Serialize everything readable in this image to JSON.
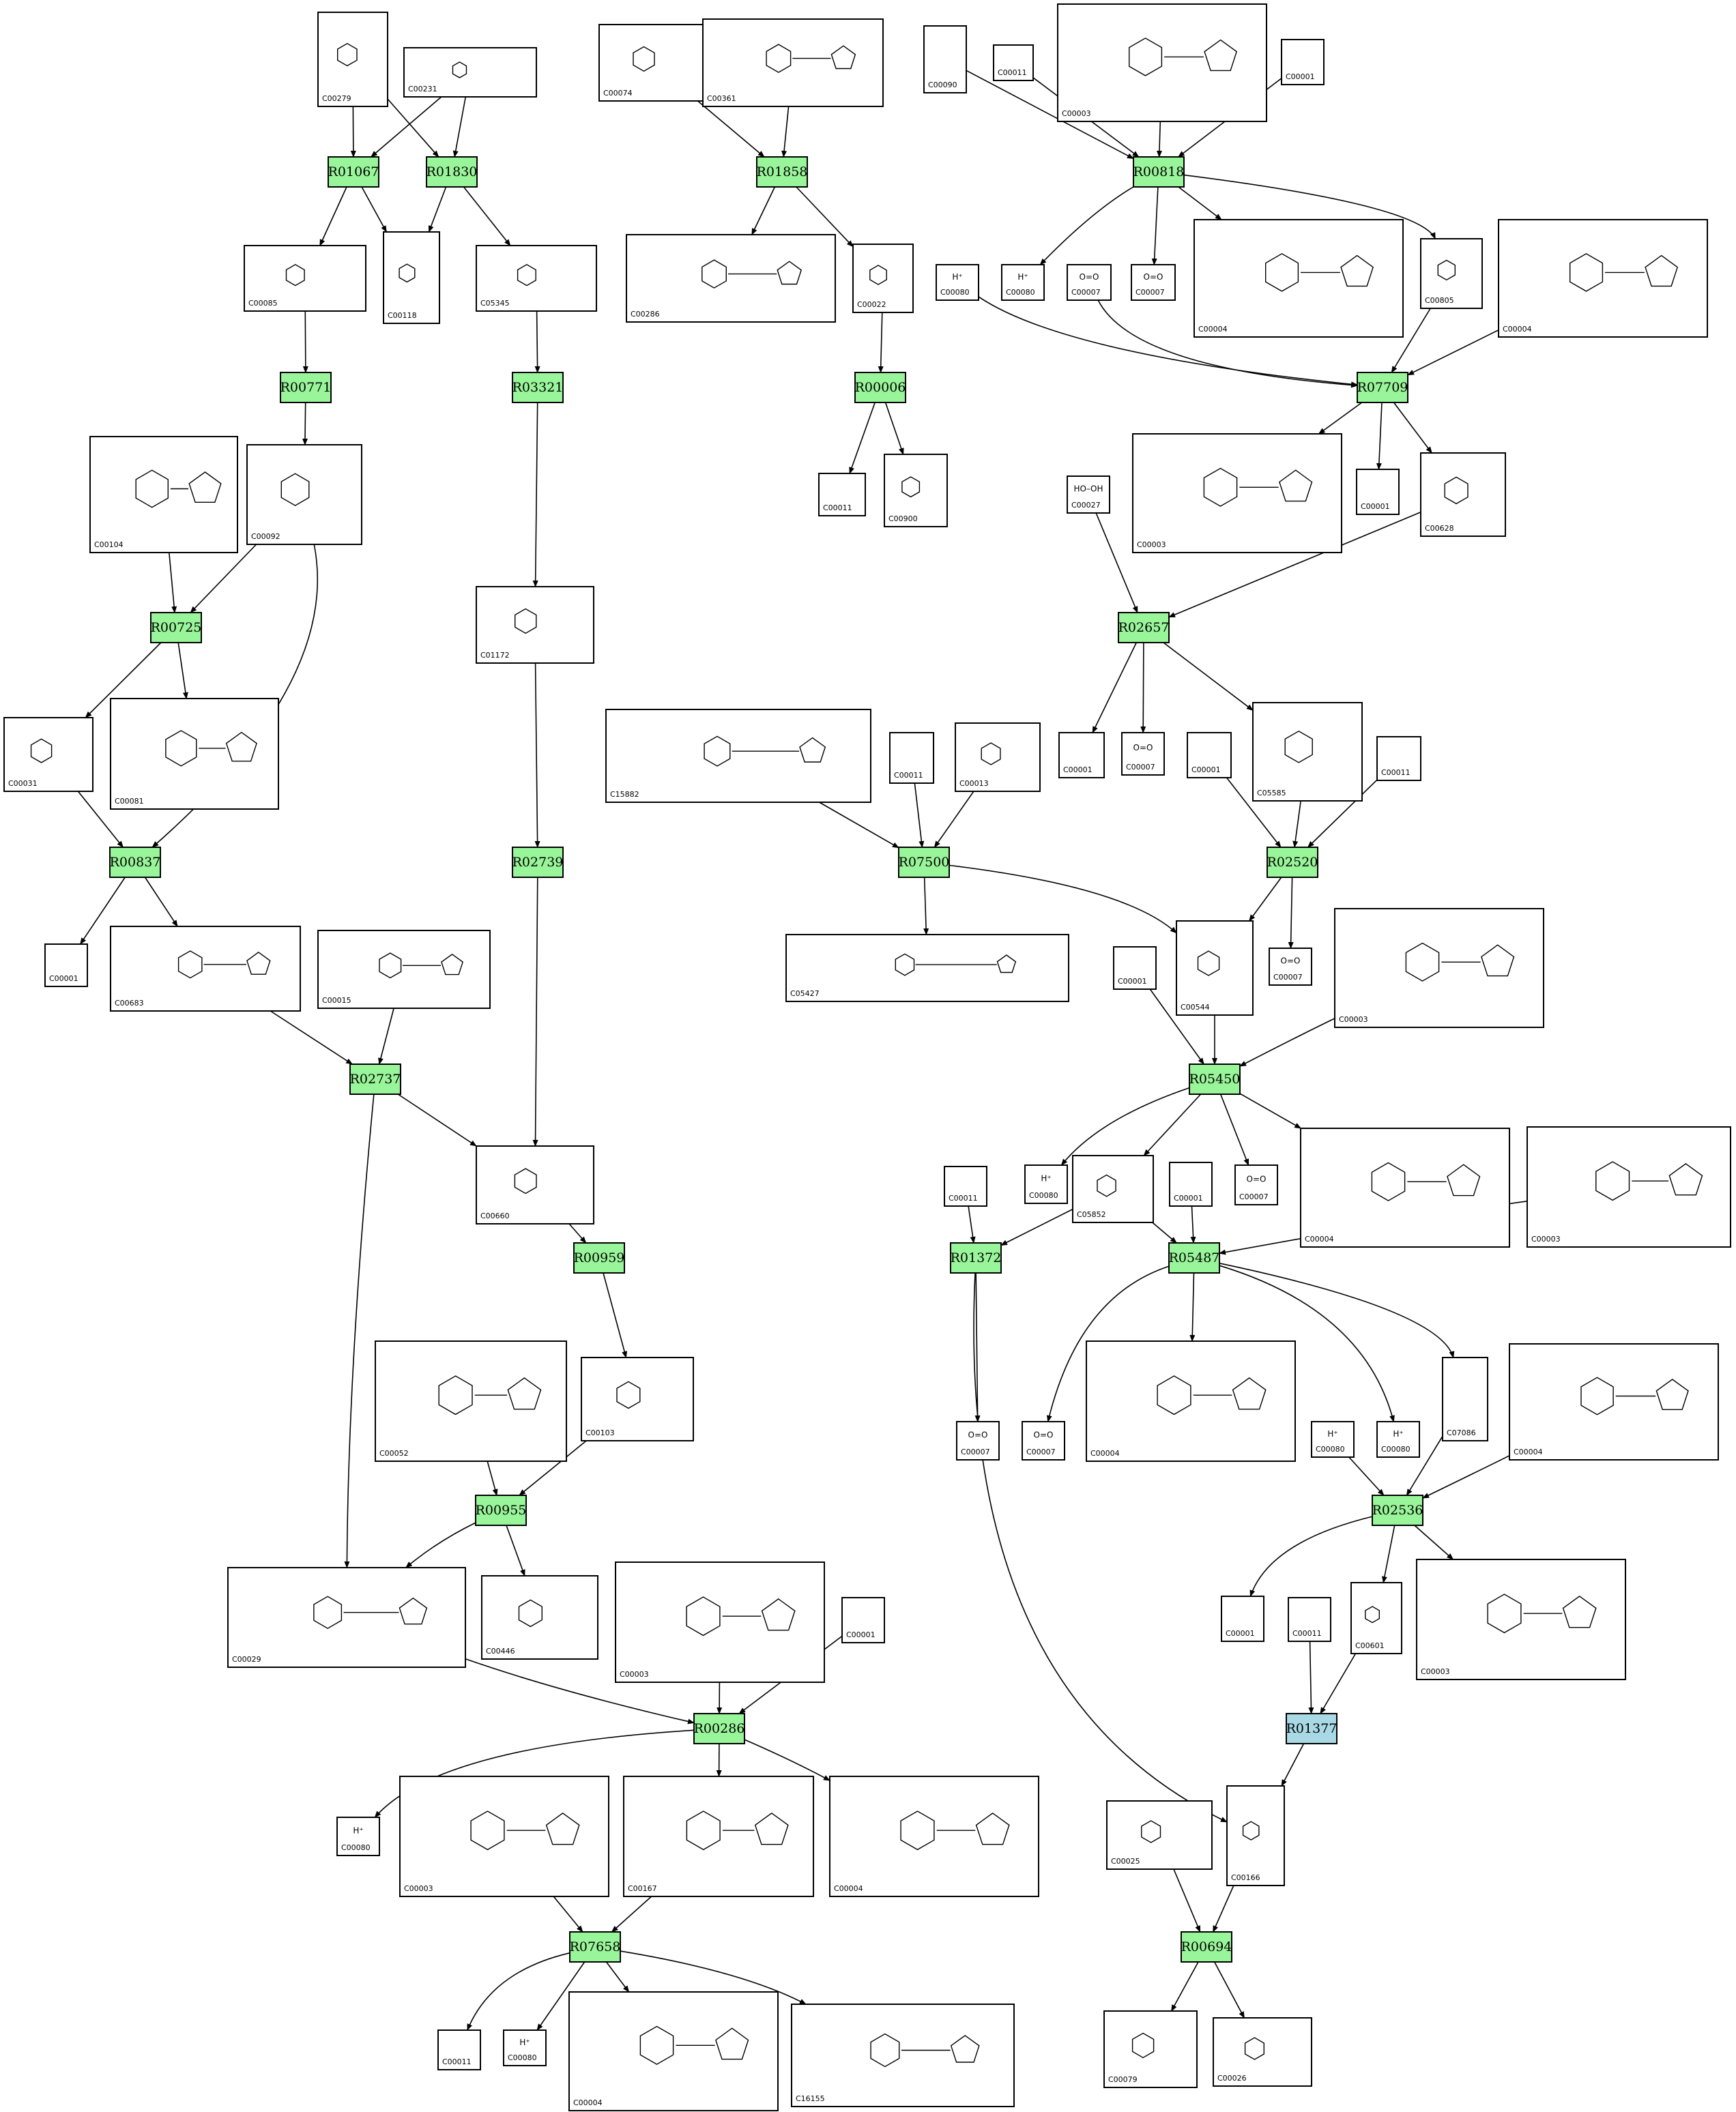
{
  "colors": {
    "reaction": "#99f599",
    "reaction_alt": "#aad9e6"
  },
  "reactions": [
    {
      "id": "R01067",
      "label": "R01067",
      "color": "reaction"
    },
    {
      "id": "R01830",
      "label": "R01830",
      "color": "reaction"
    },
    {
      "id": "R01858",
      "label": "R01858",
      "color": "reaction"
    },
    {
      "id": "R00818",
      "label": "R00818",
      "color": "reaction"
    },
    {
      "id": "R00771",
      "label": "R00771",
      "color": "reaction"
    },
    {
      "id": "R03321",
      "label": "R03321",
      "color": "reaction"
    },
    {
      "id": "R00006",
      "label": "R00006",
      "color": "reaction"
    },
    {
      "id": "R07709",
      "label": "R07709",
      "color": "reaction"
    },
    {
      "id": "R00725",
      "label": "R00725",
      "color": "reaction"
    },
    {
      "id": "R02657",
      "label": "R02657",
      "color": "reaction"
    },
    {
      "id": "R00837",
      "label": "R00837",
      "color": "reaction"
    },
    {
      "id": "R02739",
      "label": "R02739",
      "color": "reaction"
    },
    {
      "id": "R07500",
      "label": "R07500",
      "color": "reaction"
    },
    {
      "id": "R02520",
      "label": "R02520",
      "color": "reaction"
    },
    {
      "id": "R02737",
      "label": "R02737",
      "color": "reaction"
    },
    {
      "id": "R05450",
      "label": "R05450",
      "color": "reaction"
    },
    {
      "id": "R00959",
      "label": "R00959",
      "color": "reaction"
    },
    {
      "id": "R01372",
      "label": "R01372",
      "color": "reaction"
    },
    {
      "id": "R05487",
      "label": "R05487",
      "color": "reaction"
    },
    {
      "id": "R00955",
      "label": "R00955",
      "color": "reaction"
    },
    {
      "id": "R02536",
      "label": "R02536",
      "color": "reaction"
    },
    {
      "id": "R00286",
      "label": "R00286",
      "color": "reaction"
    },
    {
      "id": "R01377",
      "label": "R01377",
      "color": "reaction_alt"
    },
    {
      "id": "R07658",
      "label": "R07658",
      "color": "reaction"
    },
    {
      "id": "R00694",
      "label": "R00694",
      "color": "reaction"
    }
  ],
  "compounds": [
    {
      "key": "a1",
      "id": "C00279",
      "formula": ""
    },
    {
      "key": "a2",
      "id": "C00231",
      "formula": ""
    },
    {
      "key": "a3",
      "id": "C00074",
      "formula": ""
    },
    {
      "key": "a4",
      "id": "C00361",
      "formula": ""
    },
    {
      "key": "a5",
      "id": "C00090",
      "formula": ""
    },
    {
      "key": "a6",
      "id": "C00011",
      "formula": ""
    },
    {
      "key": "a7",
      "id": "C00003",
      "formula": ""
    },
    {
      "key": "a8",
      "id": "C00001",
      "formula": ""
    },
    {
      "key": "b1",
      "id": "C00085",
      "formula": ""
    },
    {
      "key": "b2",
      "id": "C00118",
      "formula": ""
    },
    {
      "key": "b3",
      "id": "C05345",
      "formula": ""
    },
    {
      "key": "b4",
      "id": "C00286",
      "formula": ""
    },
    {
      "key": "b5",
      "id": "C00022",
      "formula": ""
    },
    {
      "key": "b6",
      "id": "C00080",
      "formula": "H⁺"
    },
    {
      "key": "b7",
      "id": "C00080",
      "formula": "H⁺"
    },
    {
      "key": "b8",
      "id": "C00007",
      "formula": "O=O"
    },
    {
      "key": "b9",
      "id": "C00007",
      "formula": "O=O"
    },
    {
      "key": "b10",
      "id": "C00004",
      "formula": ""
    },
    {
      "key": "b11",
      "id": "C00805",
      "formula": ""
    },
    {
      "key": "b12",
      "id": "C00004",
      "formula": ""
    },
    {
      "key": "c1",
      "id": "C00104",
      "formula": ""
    },
    {
      "key": "c2",
      "id": "C00092",
      "formula": ""
    },
    {
      "key": "c3",
      "id": "C00011",
      "formula": ""
    },
    {
      "key": "c4",
      "id": "C00900",
      "formula": ""
    },
    {
      "key": "c5",
      "id": "C00003",
      "formula": ""
    },
    {
      "key": "c6",
      "id": "C00001",
      "formula": ""
    },
    {
      "key": "c7",
      "id": "C00628",
      "formula": ""
    },
    {
      "key": "c8",
      "id": "C00027",
      "formula": "HO–OH"
    },
    {
      "key": "d1",
      "id": "C01172",
      "formula": ""
    },
    {
      "key": "d2",
      "id": "C00031",
      "formula": ""
    },
    {
      "key": "d3",
      "id": "C00081",
      "formula": ""
    },
    {
      "key": "d4",
      "id": "C15882",
      "formula": ""
    },
    {
      "key": "d5",
      "id": "C00011",
      "formula": ""
    },
    {
      "key": "d6",
      "id": "C00013",
      "formula": ""
    },
    {
      "key": "d7",
      "id": "C00001",
      "formula": ""
    },
    {
      "key": "d8",
      "id": "C00007",
      "formula": "O=O"
    },
    {
      "key": "d9",
      "id": "C00001",
      "formula": ""
    },
    {
      "key": "d10",
      "id": "C05585",
      "formula": ""
    },
    {
      "key": "d11",
      "id": "C00011",
      "formula": ""
    },
    {
      "key": "e1",
      "id": "C00001",
      "formula": ""
    },
    {
      "key": "e2",
      "id": "C00683",
      "formula": ""
    },
    {
      "key": "e3",
      "id": "C00015",
      "formula": ""
    },
    {
      "key": "e4",
      "id": "C05427",
      "formula": ""
    },
    {
      "key": "e5",
      "id": "C00544",
      "formula": ""
    },
    {
      "key": "e6",
      "id": "C00007",
      "formula": "O=O"
    },
    {
      "key": "e7",
      "id": "C00001",
      "formula": ""
    },
    {
      "key": "e8",
      "id": "C00003",
      "formula": ""
    },
    {
      "key": "f1",
      "id": "C00660",
      "formula": ""
    },
    {
      "key": "f2",
      "id": "C00011",
      "formula": ""
    },
    {
      "key": "f3",
      "id": "C00080",
      "formula": "H⁺"
    },
    {
      "key": "f4",
      "id": "C05852",
      "formula": ""
    },
    {
      "key": "f5",
      "id": "C00001",
      "formula": ""
    },
    {
      "key": "f6",
      "id": "C00007",
      "formula": "O=O"
    },
    {
      "key": "f7",
      "id": "C00004",
      "formula": ""
    },
    {
      "key": "f8",
      "id": "C00003",
      "formula": ""
    },
    {
      "key": "g1",
      "id": "C00052",
      "formula": ""
    },
    {
      "key": "g2",
      "id": "C00103",
      "formula": ""
    },
    {
      "key": "g3",
      "id": "C00007",
      "formula": "O=O"
    },
    {
      "key": "g4",
      "id": "C00007",
      "formula": "O=O"
    },
    {
      "key": "g5",
      "id": "C00004",
      "formula": ""
    },
    {
      "key": "g6",
      "id": "C00080",
      "formula": "H⁺"
    },
    {
      "key": "g7",
      "id": "C00080",
      "formula": "H⁺"
    },
    {
      "key": "g8",
      "id": "C07086",
      "formula": ""
    },
    {
      "key": "g9",
      "id": "C00004",
      "formula": ""
    },
    {
      "key": "h1",
      "id": "C00029",
      "formula": ""
    },
    {
      "key": "h2",
      "id": "C00446",
      "formula": ""
    },
    {
      "key": "h3",
      "id": "C00003",
      "formula": ""
    },
    {
      "key": "h4",
      "id": "C00001",
      "formula": ""
    },
    {
      "key": "h5",
      "id": "C00001",
      "formula": ""
    },
    {
      "key": "h6",
      "id": "C00011",
      "formula": ""
    },
    {
      "key": "h7",
      "id": "C00601",
      "formula": ""
    },
    {
      "key": "h8",
      "id": "C00003",
      "formula": ""
    },
    {
      "key": "i1",
      "id": "C00080",
      "formula": "H⁺"
    },
    {
      "key": "i2",
      "id": "C00003",
      "formula": ""
    },
    {
      "key": "i3",
      "id": "C00167",
      "formula": ""
    },
    {
      "key": "i4",
      "id": "C00004",
      "formula": ""
    },
    {
      "key": "i5",
      "id": "C00025",
      "formula": ""
    },
    {
      "key": "i6",
      "id": "C00166",
      "formula": ""
    },
    {
      "key": "j1",
      "id": "C00011",
      "formula": ""
    },
    {
      "key": "j2",
      "id": "C00080",
      "formula": "H⁺"
    },
    {
      "key": "j3",
      "id": "C00004",
      "formula": ""
    },
    {
      "key": "j4",
      "id": "C16155",
      "formula": ""
    },
    {
      "key": "j5",
      "id": "C00079",
      "formula": ""
    },
    {
      "key": "j6",
      "id": "C00026",
      "formula": ""
    }
  ],
  "edges": [
    [
      "a1",
      "R01067"
    ],
    [
      "a1",
      "R01830"
    ],
    [
      "a2",
      "R01067"
    ],
    [
      "a2",
      "R01830"
    ],
    [
      "R01067",
      "b1"
    ],
    [
      "R01067",
      "b2"
    ],
    [
      "R01830",
      "b2"
    ],
    [
      "R01830",
      "b3"
    ],
    [
      "a3",
      "R01858"
    ],
    [
      "a4",
      "R01858"
    ],
    [
      "R01858",
      "b4"
    ],
    [
      "R01858",
      "b5"
    ],
    [
      "a5",
      "R00818"
    ],
    [
      "a6",
      "R00818"
    ],
    [
      "a7",
      "R00818"
    ],
    [
      "a8",
      "R00818"
    ],
    [
      "R00818",
      "b7"
    ],
    [
      "R00818",
      "b9"
    ],
    [
      "R00818",
      "b10"
    ],
    [
      "R00818",
      "b11"
    ],
    [
      "b1",
      "R00771"
    ],
    [
      "R00771",
      "c2"
    ],
    [
      "b3",
      "R03321"
    ],
    [
      "R03321",
      "d1"
    ],
    [
      "b5",
      "R00006"
    ],
    [
      "R00006",
      "c3"
    ],
    [
      "R00006",
      "c4"
    ],
    [
      "b6",
      "R07709"
    ],
    [
      "b8",
      "R07709"
    ],
    [
      "b11",
      "R07709"
    ],
    [
      "b12",
      "R07709"
    ],
    [
      "R07709",
      "c5"
    ],
    [
      "R07709",
      "c6"
    ],
    [
      "R07709",
      "c7"
    ],
    [
      "c1",
      "R00725"
    ],
    [
      "c2",
      "R00725"
    ],
    [
      "R00725",
      "d2"
    ],
    [
      "R00725",
      "d3"
    ],
    [
      "c8",
      "R02657"
    ],
    [
      "c7",
      "R02657"
    ],
    [
      "R02657",
      "d7"
    ],
    [
      "R02657",
      "d8"
    ],
    [
      "R02657",
      "d10"
    ],
    [
      "d2",
      "R00837"
    ],
    [
      "c2",
      "R00837"
    ],
    [
      "R00837",
      "e1"
    ],
    [
      "R00837",
      "e2"
    ],
    [
      "d1",
      "R02739"
    ],
    [
      "d4",
      "R07500"
    ],
    [
      "d5",
      "R07500"
    ],
    [
      "d6",
      "R07500"
    ],
    [
      "R07500",
      "e4"
    ],
    [
      "R07500",
      "e5"
    ],
    [
      "d9",
      "R02520"
    ],
    [
      "d10",
      "R02520"
    ],
    [
      "d11",
      "R02520"
    ],
    [
      "R02520",
      "e5"
    ],
    [
      "R02520",
      "e6"
    ],
    [
      "e2",
      "R02737"
    ],
    [
      "e3",
      "R02737"
    ],
    [
      "R02737",
      "f1"
    ],
    [
      "R02737",
      "h1"
    ],
    [
      "e7",
      "R05450"
    ],
    [
      "e5",
      "R05450"
    ],
    [
      "e8",
      "R05450"
    ],
    [
      "R05450",
      "f3"
    ],
    [
      "R05450",
      "f4"
    ],
    [
      "R05450",
      "f6"
    ],
    [
      "R05450",
      "f7"
    ],
    [
      "R02739",
      "f1"
    ],
    [
      "f1",
      "R00959"
    ],
    [
      "R00959",
      "g2"
    ],
    [
      "f2",
      "R01372"
    ],
    [
      "f4",
      "R01372"
    ],
    [
      "R01372",
      "g3"
    ],
    [
      "R01372",
      "i6"
    ],
    [
      "f4",
      "R05487"
    ],
    [
      "f5",
      "R05487"
    ],
    [
      "f8",
      "R05487"
    ],
    [
      "R05487",
      "g4"
    ],
    [
      "R05487",
      "g5"
    ],
    [
      "R05487",
      "g7"
    ],
    [
      "R05487",
      "g8"
    ],
    [
      "g1",
      "R00955"
    ],
    [
      "g2",
      "R00955"
    ],
    [
      "R00955",
      "h1"
    ],
    [
      "R00955",
      "h2"
    ],
    [
      "g6",
      "R02536"
    ],
    [
      "g8",
      "R02536"
    ],
    [
      "g9",
      "R02536"
    ],
    [
      "R02536",
      "h5"
    ],
    [
      "R02536",
      "h7"
    ],
    [
      "R02536",
      "h8"
    ],
    [
      "h1",
      "R00286"
    ],
    [
      "h3",
      "R00286"
    ],
    [
      "h4",
      "R00286"
    ],
    [
      "R00286",
      "i1"
    ],
    [
      "R00286",
      "i3"
    ],
    [
      "R00286",
      "i4"
    ],
    [
      "h6",
      "R01377"
    ],
    [
      "h7",
      "R01377"
    ],
    [
      "R01377",
      "i6"
    ],
    [
      "i2",
      "R07658"
    ],
    [
      "i3",
      "R07658"
    ],
    [
      "R07658",
      "j1"
    ],
    [
      "R07658",
      "j2"
    ],
    [
      "R07658",
      "j3"
    ],
    [
      "R07658",
      "j4"
    ],
    [
      "i5",
      "R00694"
    ],
    [
      "i6",
      "R00694"
    ],
    [
      "R00694",
      "j5"
    ],
    [
      "R00694",
      "j6"
    ]
  ]
}
